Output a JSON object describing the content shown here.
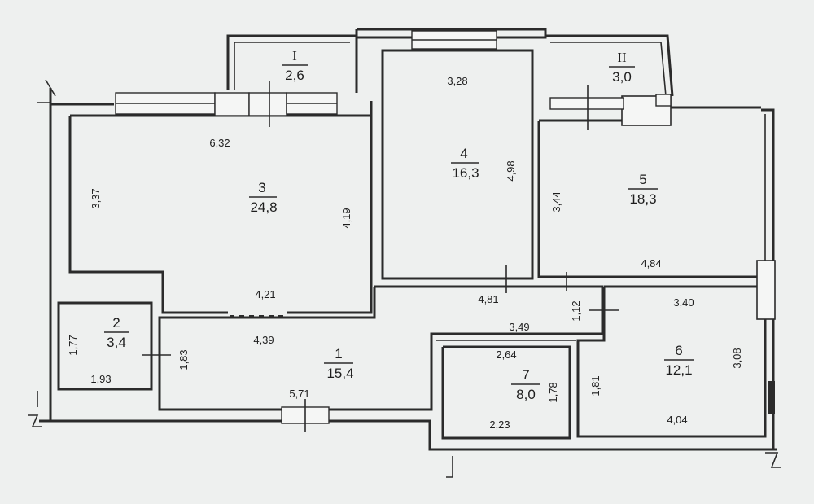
{
  "plan": {
    "rooms": [
      {
        "id": "1",
        "number": "1",
        "area": "15,4"
      },
      {
        "id": "2",
        "number": "2",
        "area": "3,4"
      },
      {
        "id": "3",
        "number": "3",
        "area": "24,8"
      },
      {
        "id": "4",
        "number": "4",
        "area": "16,3"
      },
      {
        "id": "5",
        "number": "5",
        "area": "18,3"
      },
      {
        "id": "6",
        "number": "6",
        "area": "12,1"
      },
      {
        "id": "7",
        "number": "7",
        "area": "8,0"
      },
      {
        "id": "I",
        "number": "I",
        "area": "2,6"
      },
      {
        "id": "II",
        "number": "II",
        "area": "3,0"
      }
    ],
    "dimensions": [
      "6,32",
      "3,37",
      "4,19",
      "4,21",
      "3,28",
      "4,98",
      "3,44",
      "4,84",
      "4,81",
      "1,12",
      "3,40",
      "3,08",
      "1,81",
      "4,04",
      "3,49",
      "2,64",
      "1,78",
      "2,23",
      "1,77",
      "1,93",
      "1,83",
      "4,39",
      "5,71"
    ],
    "colors": {
      "ink": "#2b2b2b",
      "paper": "#eef0ef"
    }
  }
}
